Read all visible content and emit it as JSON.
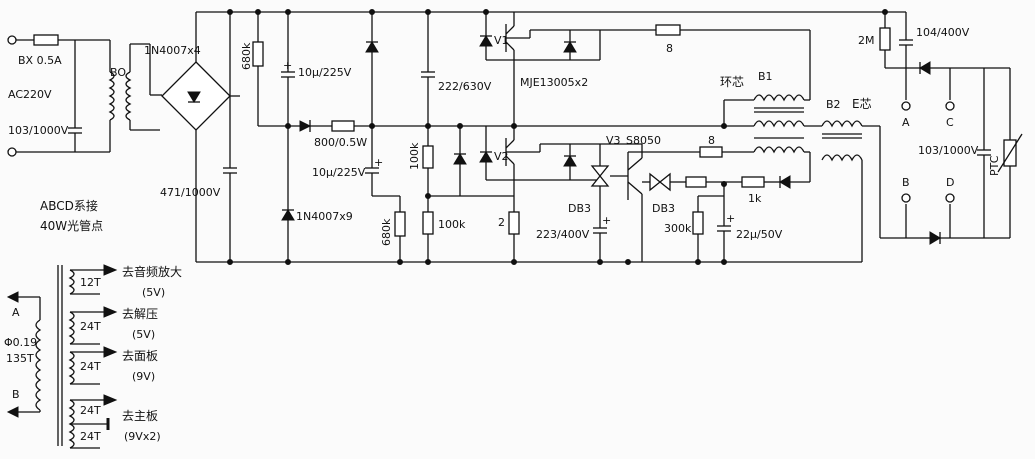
{
  "labels": {
    "bx": "BX 0.5A",
    "bo": "BO",
    "ac": "AC220V",
    "c_in": "103/1000V",
    "bridge": "1N4007x4",
    "r680a": "680k",
    "c10a": "10μ/225V",
    "r800": "800/0.5W",
    "c10b": "10μ/225V",
    "d4007x9": "1N4007x9",
    "r680b": "680k",
    "c471": "471/1000V",
    "c222": "222/630V",
    "v1": "V1",
    "mje": "MJE13005x2",
    "r8a": "8",
    "huanxin": "环芯",
    "b1": "B1",
    "b2": "B2",
    "exin": "E芯",
    "r2m": "2M",
    "c104": "104/400V",
    "pa": "A",
    "pb": "B",
    "pc": "C",
    "pd": "D",
    "c103b": "103/1000V",
    "ptc": "PTC",
    "r100a": "100k",
    "r100b": "100k",
    "v2": "V2",
    "v3": "V3",
    "s8050": "S8050",
    "r8b": "8",
    "db3a": "DB3",
    "db3b": "DB3",
    "r2": "2",
    "c223": "223/400V",
    "r300": "300k",
    "c22": "22μ/50V",
    "r1k": "1k",
    "abcd": "ABCD系接",
    "tube": "40W光管点",
    "wa": "A",
    "phi": "Φ0.19",
    "t135": "135T",
    "wb": "B",
    "t12": "12T",
    "t24a": "24T",
    "t24b": "24T",
    "t24c": "24T",
    "t24d": "24T",
    "o1a": "去音频放大",
    "o1b": "(5V)",
    "o2a": "去解压",
    "o2b": "(5V)",
    "o3a": "去面板",
    "o3b": "(9V)",
    "o4a": "去主板",
    "o4b": "(9Vx2)"
  }
}
